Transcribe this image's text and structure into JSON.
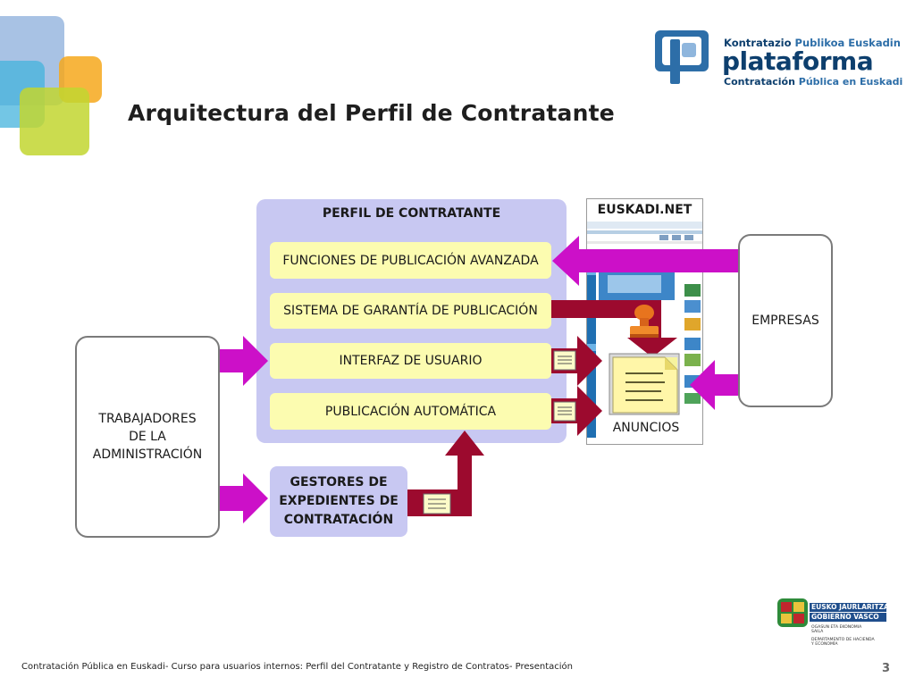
{
  "slide": {
    "title": "Arquitectura del Perfil de Contratante",
    "page_number": "3",
    "footer": "Contratación Pública en Euskadi- Curso para usuarios internos: Perfil del Contratante y Registro de Contratos- Presentación"
  },
  "logo": {
    "line1_a": "Kontratazio",
    "line1_b": "Publikoa Euskadin",
    "wordmark": "plataforma",
    "line3_a": "Contratación",
    "line3_b": "Pública en Euskadi"
  },
  "diagram": {
    "perfil_title": "PERFIL DE CONTRATANTE",
    "boxes": [
      "FUNCIONES DE PUBLICACIÓN AVANZADA",
      "SISTEMA DE GARANTÍA DE PUBLICACIÓN",
      "INTERFAZ DE USUARIO",
      "PUBLICACIÓN AUTOMÁTICA"
    ],
    "trabajadores": [
      "TRABAJADORES",
      "DE LA",
      "ADMINISTRACIÓN"
    ],
    "gestores": [
      "GESTORES DE",
      "EXPEDIENTES DE",
      "CONTRATACIÓN"
    ],
    "euskadi": "EUSKADI.NET",
    "anuncios": "ANUNCIOS",
    "empresas": "EMPRESAS"
  },
  "gobierno": {
    "line1": "EUSKO JAURLARITZA",
    "line2": "GOBIERNO VASCO",
    "small1": "OGASUN ETA EKONOMIA",
    "small2": "SAILA",
    "small3": "DEPARTAMENTO DE HACIENDA",
    "small4": "Y ECONOMÍA"
  },
  "colors": {
    "magenta_arrow": "#cc10c8",
    "darkred_arrow": "#9c0a2e",
    "panel": "#c8c8f2",
    "yellow_box": "#fcfcb0"
  }
}
